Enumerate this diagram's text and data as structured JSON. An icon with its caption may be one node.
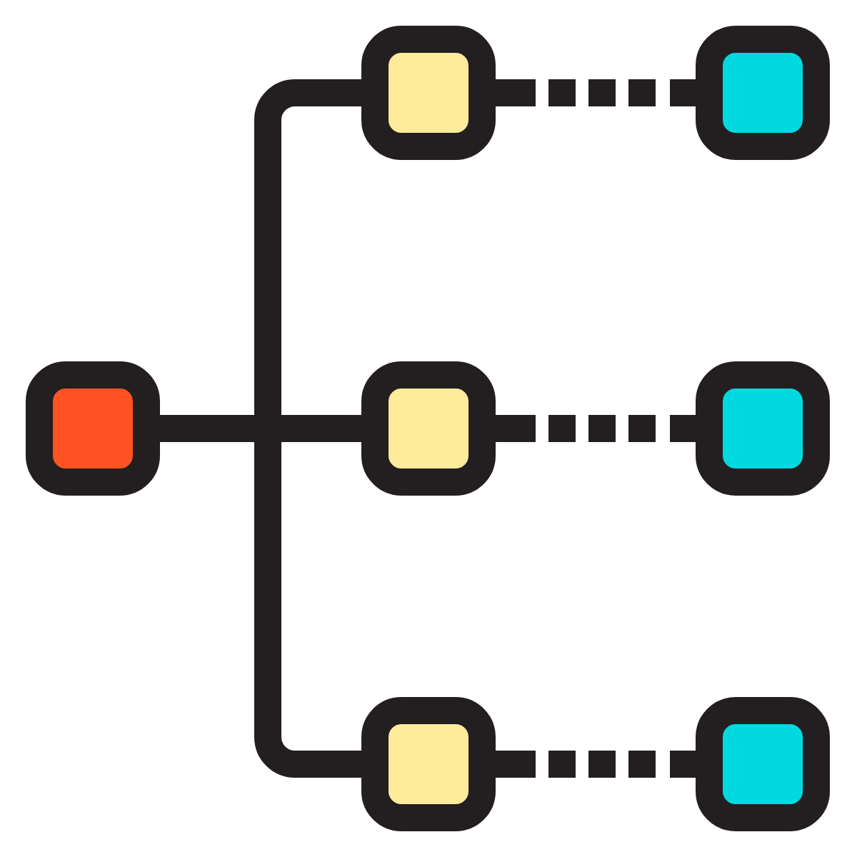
{
  "diagram": {
    "nodes": [
      {
        "text": [],
        "shape": "box"
      },
      {
        "text": [],
        "shape": "box"
      },
      {
        "text": [],
        "shape": "box"
      },
      {
        "text": [],
        "shape": "box"
      },
      {
        "text": [],
        "shape": "box"
      },
      {
        "text": [],
        "shape": "box"
      },
      {
        "text": [],
        "shape": "box"
      }
    ],
    "edges": [
      {
        "from": 0,
        "to": 1,
        "arrow": "none"
      },
      {
        "from": 0,
        "to": 2,
        "arrow": "none"
      },
      {
        "from": 0,
        "to": 3,
        "arrow": "none"
      },
      {
        "from": 1,
        "to": 4,
        "arrow": "none",
        "style": "dashed"
      },
      {
        "from": 2,
        "to": 5,
        "arrow": "none",
        "style": "dashed"
      },
      {
        "from": 3,
        "to": 6,
        "arrow": "none",
        "style": "dashed"
      }
    ]
  }
}
